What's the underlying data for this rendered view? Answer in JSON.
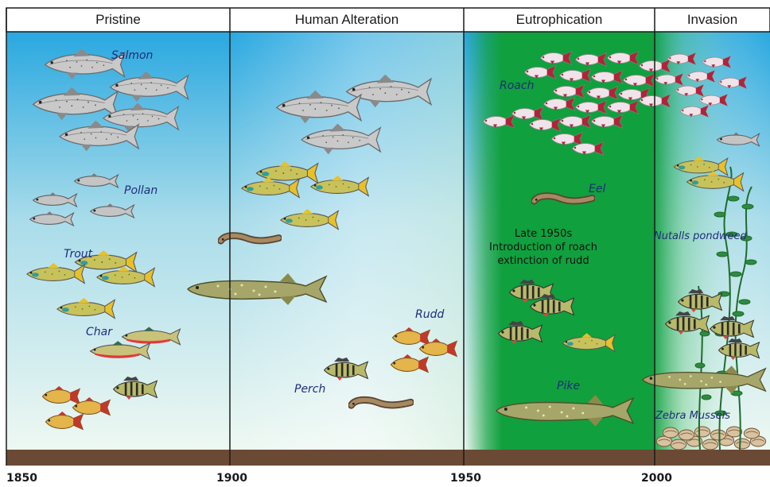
{
  "periods": {
    "pristine": "Pristine",
    "human_alteration": "Human Alteration",
    "eutrophication": "Eutrophication",
    "invasion": "Invasion"
  },
  "species": {
    "salmon": "Salmon",
    "pollan": "Pollan",
    "trout": "Trout",
    "char": "Char",
    "rudd": "Rudd",
    "perch": "Perch",
    "roach": "Roach",
    "eel": "Eel",
    "pike": "Pike",
    "nutalls_pondweed": "Nutalls pondweed",
    "zebra_mussels": "Zebra Mussels"
  },
  "note": {
    "line1": "Late 1950s",
    "line2": "Introduction of roach",
    "line3": "extinction of rudd"
  },
  "years": [
    "1850",
    "1900",
    "1950",
    "2000"
  ],
  "colors": {
    "sky_blue": "#29a8e0",
    "water_pale": "#eaf6ef",
    "eutrophic_green": "#0f9e3c",
    "sediment": "#6b4a35",
    "label_blue": "#1f2d7a"
  }
}
